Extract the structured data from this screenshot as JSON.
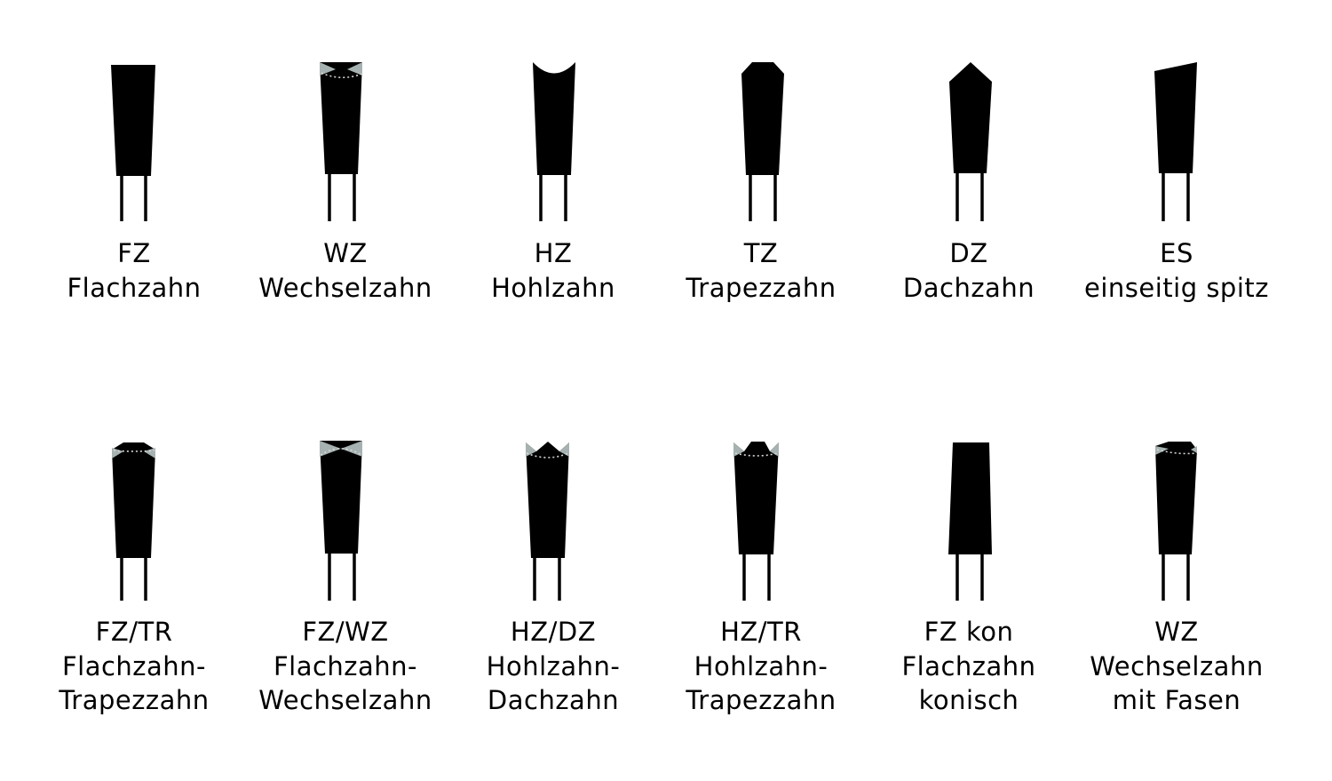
{
  "colors": {
    "tooth": "#000000",
    "chamfer": "#a6b2b1",
    "cut_line": "#d8d8d8",
    "background": "#ffffff"
  },
  "teeth": [
    {
      "code": "FZ",
      "lines": [
        "Flachzahn"
      ],
      "icon": "flat-tooth-icon"
    },
    {
      "code": "WZ",
      "lines": [
        "Wechselzahn"
      ],
      "icon": "alternate-bevel-tooth-icon"
    },
    {
      "code": "HZ",
      "lines": [
        "Hohlzahn"
      ],
      "icon": "hollow-tooth-icon"
    },
    {
      "code": "TZ",
      "lines": [
        "Trapezzahn"
      ],
      "icon": "trapezoid-tooth-icon"
    },
    {
      "code": "DZ",
      "lines": [
        "Dachzahn"
      ],
      "icon": "roof-tooth-icon"
    },
    {
      "code": "ES",
      "lines": [
        "einseitig spitz"
      ],
      "icon": "single-sided-point-tooth-icon"
    },
    {
      "code": "FZ/TR",
      "lines": [
        "Flachzahn-",
        "Trapezzahn"
      ],
      "icon": "flat-trapezoid-tooth-icon"
    },
    {
      "code": "FZ/WZ",
      "lines": [
        "Flachzahn-",
        "Wechselzahn"
      ],
      "icon": "flat-alternate-tooth-icon"
    },
    {
      "code": "HZ/DZ",
      "lines": [
        "Hohlzahn-",
        "Dachzahn"
      ],
      "icon": "hollow-roof-tooth-icon"
    },
    {
      "code": "HZ/TR",
      "lines": [
        "Hohlzahn-",
        "Trapezzahn"
      ],
      "icon": "hollow-trapezoid-tooth-icon"
    },
    {
      "code": "FZ kon",
      "lines": [
        "Flachzahn",
        "konisch"
      ],
      "icon": "conical-flat-tooth-icon"
    },
    {
      "code": "WZ",
      "lines": [
        "Wechselzahn",
        "mit Fasen"
      ],
      "icon": "alternate-chamfer-tooth-icon"
    }
  ]
}
